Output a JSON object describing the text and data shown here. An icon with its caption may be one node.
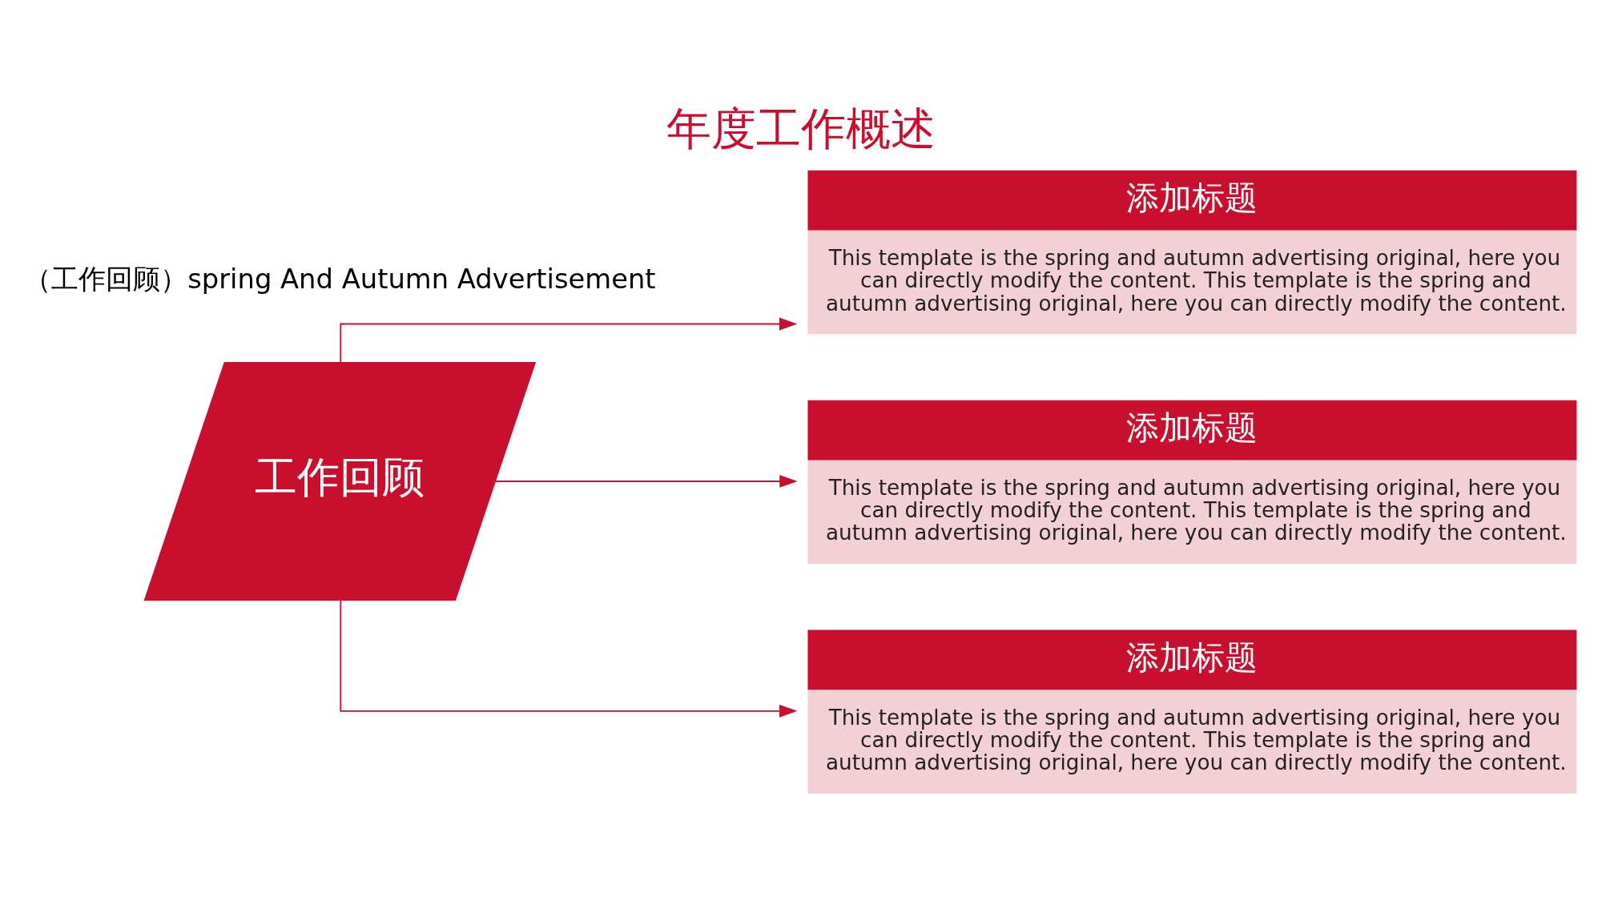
{
  "diagram": {
    "title": "年度工作概述",
    "nodes": [
      {
        "text": [
          "工作回顾"
        ]
      },
      {
        "text": [
          "添加标题",
          "This template is the spring and autumn advertising original, here you can directly modify the content. This template is the spring and autumn advertising original, here you can directly modify the content."
        ]
      },
      {
        "text": [
          "添加标题",
          "This template is the spring and autumn advertising original, here you can directly modify the content. This template is the spring and autumn advertising original, here you can directly modify the content."
        ]
      },
      {
        "text": [
          "添加标题",
          "This template is the spring and autumn advertising original, here you can directly modify the content. This template is the spring and autumn advertising original, here you can directly modify the content."
        ]
      }
    ],
    "edges": [
      {
        "from": 0,
        "to": 1,
        "arrow": "to"
      },
      {
        "from": 0,
        "to": 2,
        "arrow": "to"
      },
      {
        "from": 0,
        "to": 3,
        "arrow": "to"
      }
    ],
    "labels": [
      "（工作回顾）spring And Autumn Advertisement"
    ]
  }
}
